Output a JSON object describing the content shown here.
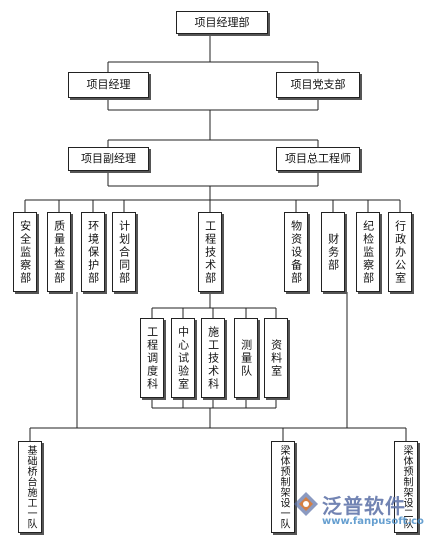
{
  "diagram": {
    "top": "项目经理部",
    "level2": [
      "项目经理",
      "项目党支部"
    ],
    "level3": [
      "项目副经理",
      "项目总工程师"
    ],
    "departments_left": [
      "安全监察部",
      "质量检查部",
      "环境保护部",
      "计划合同部"
    ],
    "department_center": "工程技术部",
    "departments_right": [
      "物资设备部",
      "财务部",
      "纪检监察部",
      "行政办公室"
    ],
    "sub_departments": [
      "工程调度科",
      "中心试验室",
      "施工技术科",
      "测量队",
      "资料室"
    ],
    "teams": [
      "基础桥台施工一队",
      "梁体预制架设一队",
      "梁体预制架设二队"
    ]
  },
  "watermark": {
    "name": "泛普软件",
    "url": "www.fanpusoft.com",
    "colors": {
      "name": "#5a6fa6",
      "url": "#4c8fc8"
    }
  }
}
